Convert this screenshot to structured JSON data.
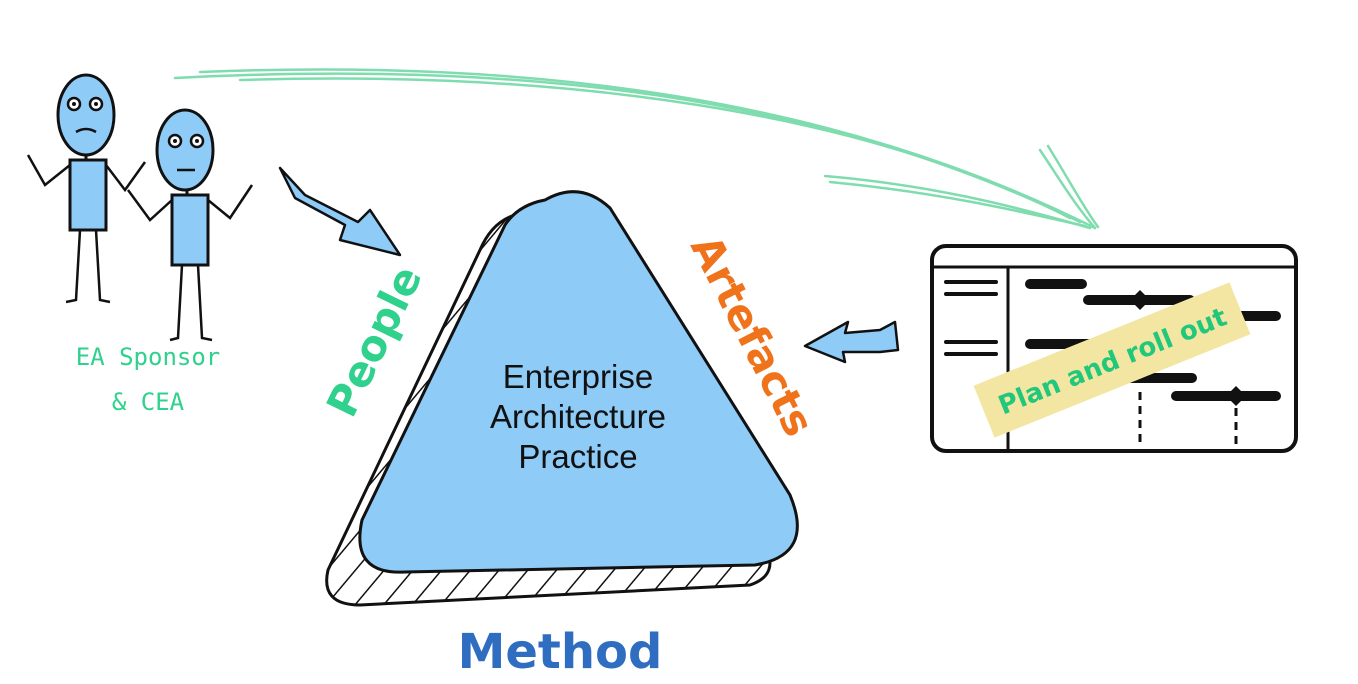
{
  "center_label": [
    "Enterprise",
    "Architecture",
    "Practice"
  ],
  "side_labels": {
    "people": "People",
    "artefacts": "Artefacts",
    "method": "Method"
  },
  "sponsor_label": [
    "EA Sponsor",
    "& CEA"
  ],
  "plan_label": "Plan and roll out",
  "colors": {
    "triangle_fill": "#8ecbf7",
    "figure_fill": "#8ecbf7",
    "people": "#2fd18c",
    "artefacts": "#f0731c",
    "method": "#2e6dc0",
    "sponsor": "#2fd18c",
    "curve_arrow": "#7fdcae",
    "note_fill": "#f3e6a3",
    "note_text": "#21c77b"
  },
  "icons": [
    "stick-figure-icon",
    "arrow-icon",
    "gantt-chart-icon"
  ]
}
